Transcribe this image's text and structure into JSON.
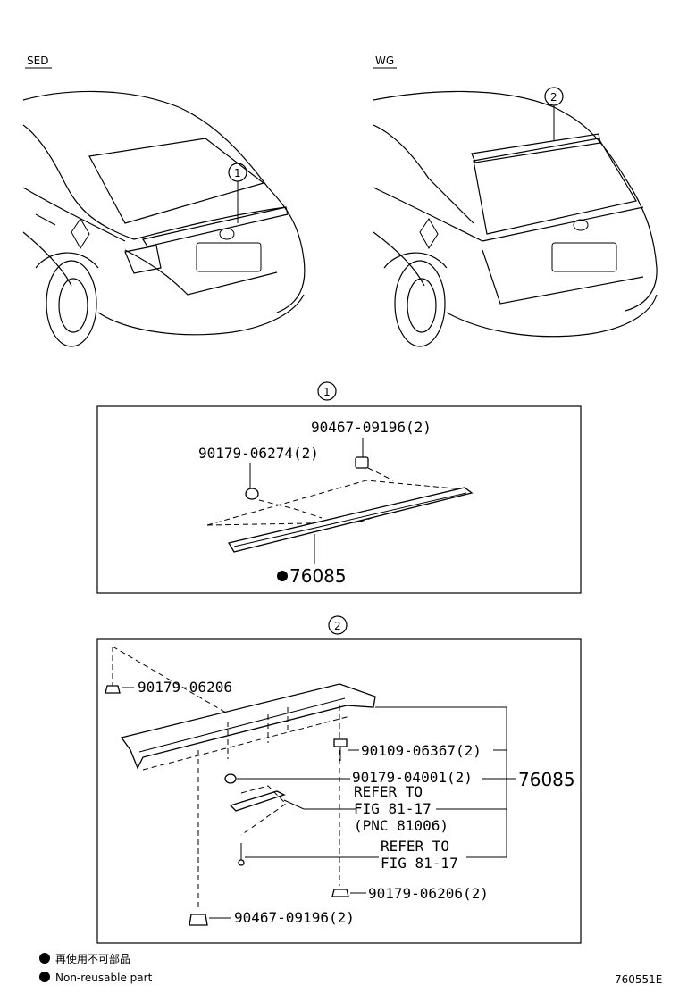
{
  "views": {
    "sedan_label": "SED",
    "wagon_label": "WG"
  },
  "callouts": {
    "one": "1",
    "two": "2"
  },
  "box1": {
    "part_a": "90467-09196(2)",
    "part_b": "90179-06274(2)",
    "assembly": "76085"
  },
  "box2": {
    "part_a": "90179-06206",
    "part_b": "90109-06367(2)",
    "part_c": "90179-04001(2)",
    "refer1_line1": "REFER TO",
    "refer1_line2": "FIG 81-17",
    "refer1_line3": "(PNC 81006)",
    "refer2_line1": "REFER TO",
    "refer2_line2": "FIG 81-17",
    "part_d": "90179-06206(2)",
    "part_e": "90467-09196(2)",
    "assembly": "76085"
  },
  "legend": {
    "jp": "再使用不可部品",
    "en": "Non-reusable part"
  },
  "figure_id": "760551E"
}
